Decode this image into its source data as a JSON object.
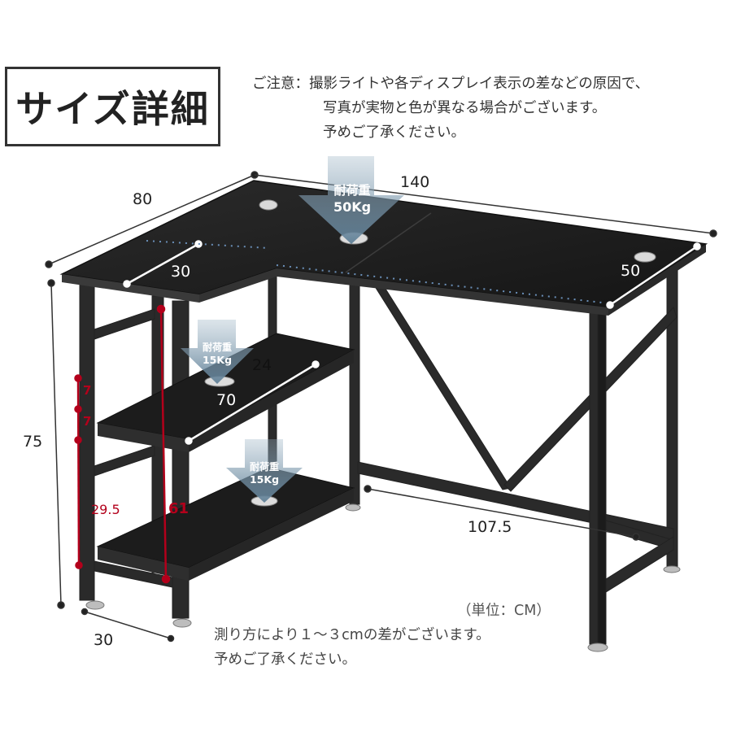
{
  "title": "サイズ詳細",
  "notice": {
    "prefix": "ご注意：",
    "line1": "撮影ライトや各ディスプレイ表示の差などの原因で、",
    "line2": "写真が実物と色が異なる場合がございます。",
    "line3": "予めご了承ください。"
  },
  "dimensions": {
    "top_depth": "80",
    "top_width": "140",
    "return_width": "30",
    "right_depth": "50",
    "height": "75",
    "base_depth": "30",
    "shelf_depth": "24",
    "shelf_width": "70",
    "leg_span": "107.5",
    "gap_upper": "7",
    "gap_middle": "7",
    "lower_height": "29.5",
    "shelf_height": "61"
  },
  "loads": {
    "desk_label": "耐荷重",
    "desk_value": "50Kg",
    "shelf_upper_label": "耐荷重",
    "shelf_upper_value": "15Kg",
    "shelf_lower_label": "耐荷重",
    "shelf_lower_value": "15Kg"
  },
  "unit": "（単位：CM）",
  "footer": {
    "line1": "測り方により１～３cmの差がございます。",
    "line2": "予めご了承ください。"
  },
  "colors": {
    "desk": "#1d1d1d",
    "frame": "#222222",
    "red_dimension": "#b3001b",
    "load_arrow": "#6f8ea6"
  }
}
